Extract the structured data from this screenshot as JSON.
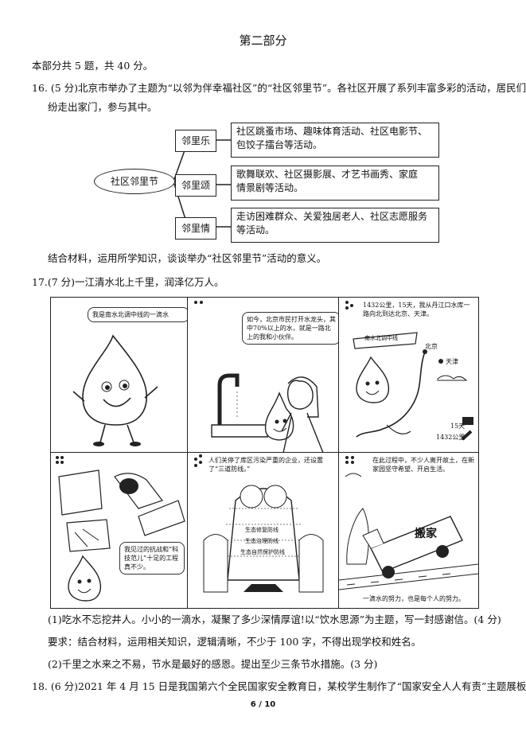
{
  "section_title": "第二部分",
  "intro": "本部分共 5 题，共 40 分。",
  "q16": {
    "stem_line1": "16. (5 分)北京市举办了主题为“以邻为伴幸福社区”的“社区邻里节”。各社区开展了系列丰富多彩的活动，居民们纷",
    "stem_line2": "纷走出家门，参与其中。",
    "center": "社区邻里节",
    "branches": [
      {
        "label": "邻里乐",
        "line1": "社区跳蚤市场、趣味体育活动、社区电影节、",
        "line2": "包饺子擂台等活动。"
      },
      {
        "label": "邻里颂",
        "line1": "歌舞联欢、社区摄影展、才艺书画秀、家庭",
        "line2": "情景剧等活动。"
      },
      {
        "label": "邻里情",
        "line1": "走访困难群众、关爱独居老人、社区志愿服务",
        "line2": "等活动。"
      }
    ],
    "question": "结合材料，运用所学知识，谈谈举办“社区邻里节”活动的意义。"
  },
  "q17": {
    "stem": "17.(7 分)一江清水北上千里，润泽亿万人。",
    "panels": {
      "p1_bubble": "我是南水北调中线的一滴水",
      "p2_bubble": "如今，北京市民打开水龙头，其中70%以上的水，就是一路北上的我和小伙伴。",
      "p3_caption": "1432公里，15天，我从丹江口水库一路向北到达北京、天津。",
      "p3_banner": "南水北调中线",
      "p3_city1": "北京",
      "p3_city2": "天津",
      "p3_days": "15天",
      "p3_km": "1432公里",
      "p4_bubble": "我见过的抗战和“科技范儿”十足的工程真不少。",
      "p5_caption": "人们关停了库区污染严重的企业，还设置了“三道防线。”",
      "p5_line1": "生态修复防线",
      "p5_line2": "生态治理防线",
      "p5_line3": "生态自然保护防线",
      "p6_caption": "在此过程中，不少人离开故土，在新家园坚守希望、开启生活。",
      "p6_truck": "搬家",
      "p6_bottom": "一滴水的努力，也是每个人的努力。"
    },
    "sub1": "(1)吃水不忘挖井人。小小的一滴水，凝聚了多少深情厚谊!以“饮水思源”为主题，写一封感谢信。(4 分)",
    "req": "要求：结合材料，运用相关知识，逻辑清晰，不少于 100 字，不得出现学校和姓名。",
    "sub2": "(2)千里之水来之不易，节水是最好的感恩。提出至少三条节水措施。(3 分)"
  },
  "q18": {
    "stem": "18. (6 分)2021 年 4 月 15 日是我国第六个全民国家安全教育日，某校学生制作了“国家安全人人有责”主题展板。"
  },
  "page_number": "6 / 10"
}
